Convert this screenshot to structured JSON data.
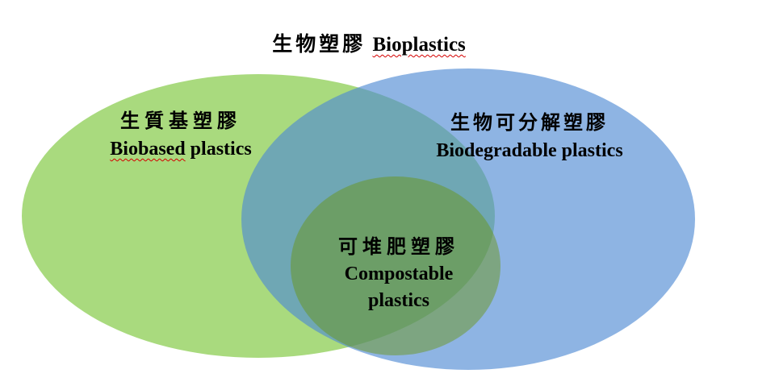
{
  "diagram_type": "venn",
  "title": {
    "zh": "生物塑膠",
    "en": "Bioplastics"
  },
  "left_set": {
    "zh": "生質基塑膠",
    "en_flagged_word": "Biobased",
    "en_rest": " plastics"
  },
  "right_set": {
    "zh": "生物可分解塑膠",
    "en": "Biodegradable plastics"
  },
  "center_set": {
    "zh": "可堆肥塑膠",
    "en_line1": "Compostable",
    "en_line2": "plastics"
  },
  "colors": {
    "green_fill": "#a9da7e",
    "blue_fill": "rgba(78,138,211,0.64)",
    "center_fill": "rgba(105,148,13,0.46)",
    "overlap_teal_observed": "#6fa7af",
    "center_on_blue_observed": "#7da580",
    "text": "#000000",
    "squiggle": "#d40000"
  }
}
